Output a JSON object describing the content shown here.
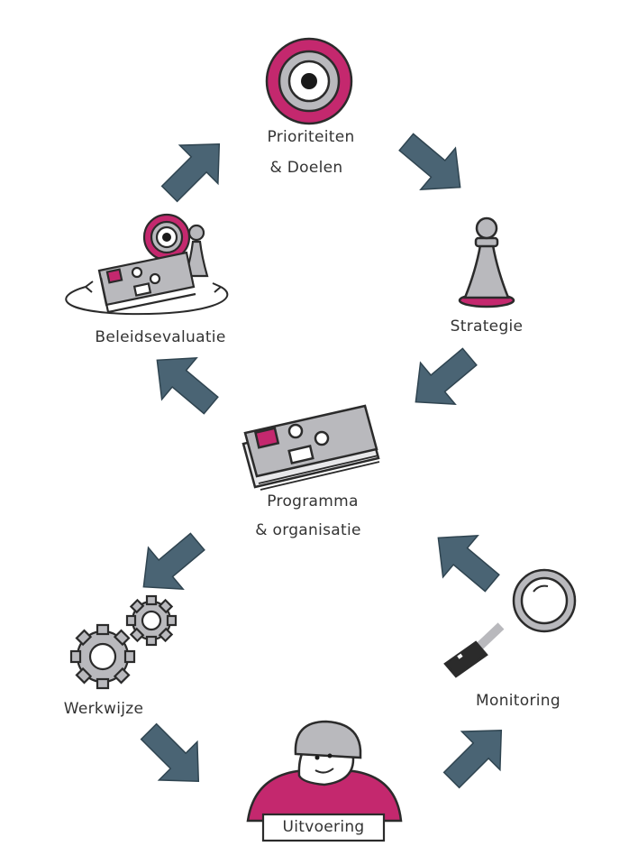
{
  "colors": {
    "arrow": "#4a6474",
    "magenta": "#c4286e",
    "gray": "#b9b9bd",
    "outline": "#2b2b2b"
  },
  "nodes": {
    "prioriteiten": {
      "line1": "Prioriteiten",
      "line2": "& Doelen",
      "icon": "target-icon"
    },
    "strategie": {
      "label": "Strategie",
      "icon": "chess-pawn-icon"
    },
    "programma": {
      "line1": "Programma",
      "line2": "& organisatie",
      "icon": "folder-stack-icon"
    },
    "beleidsevaluatie": {
      "label": "Beleidsevaluatie",
      "icon": "evaluation-cycle-icon"
    },
    "werkwijze": {
      "label": "Werkwijze",
      "icon": "gears-icon"
    },
    "monitoring": {
      "label": "Monitoring",
      "icon": "magnifier-icon"
    },
    "uitvoering": {
      "label": "Uitvoering",
      "icon": "worker-icon"
    }
  }
}
